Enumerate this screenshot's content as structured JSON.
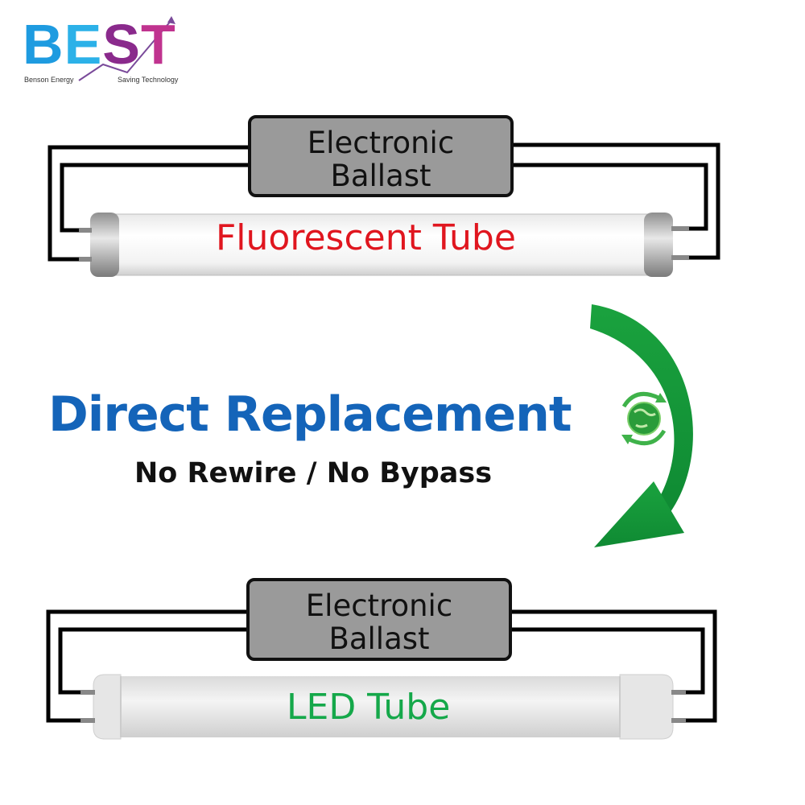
{
  "logo": {
    "letters": "BEST",
    "tagline_left": "Benson Energy",
    "tagline_right": "Saving Technology",
    "colors": {
      "B": "#1e9be0",
      "E": "#2cb1e8",
      "S": "#8a2a8c",
      "T": "#c0338f"
    }
  },
  "top_diagram": {
    "ballast_line1": "Electronic",
    "ballast_line2": "Ballast",
    "tube_label": "Fluorescent Tube",
    "tube_label_color": "#e0161f"
  },
  "headline": {
    "title": "Direct Replacement",
    "subtitle": "No Rewire / No Bypass",
    "title_color": "#1464b9",
    "arrow_color": "#16a03c",
    "eco_icon": "recycle-globe-icon"
  },
  "bottom_diagram": {
    "ballast_line1": "Electronic",
    "ballast_line2": "Ballast",
    "tube_label": "LED Tube",
    "tube_label_color": "#15a84a"
  }
}
